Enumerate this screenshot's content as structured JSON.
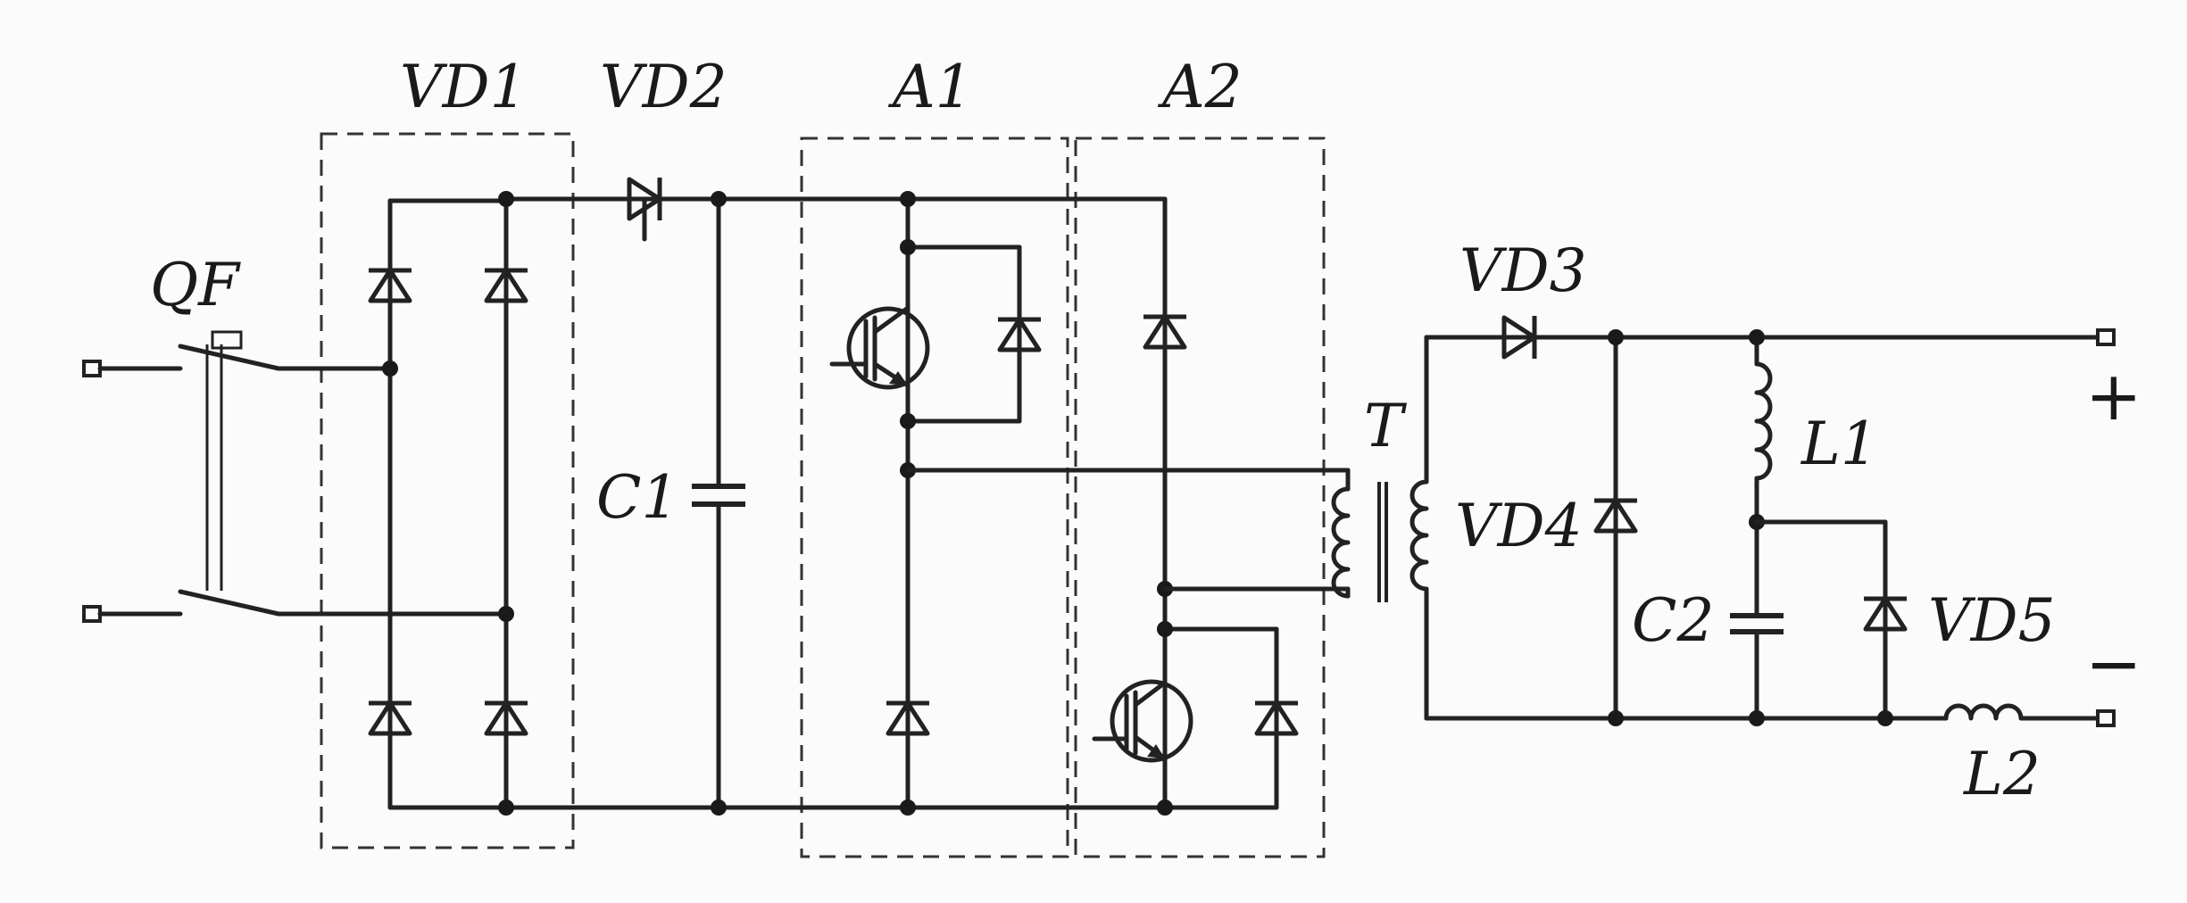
{
  "labels": {
    "vd1": "VD1",
    "vd2": "VD2",
    "a1": "A1",
    "a2": "A2",
    "qf": "QF",
    "c1": "C1",
    "vd3": "VD3",
    "t": "T",
    "vd4": "VD4",
    "l1": "L1",
    "c2": "C2",
    "vd5": "VD5",
    "l2": "L2",
    "plus": "+",
    "minus": "−"
  }
}
